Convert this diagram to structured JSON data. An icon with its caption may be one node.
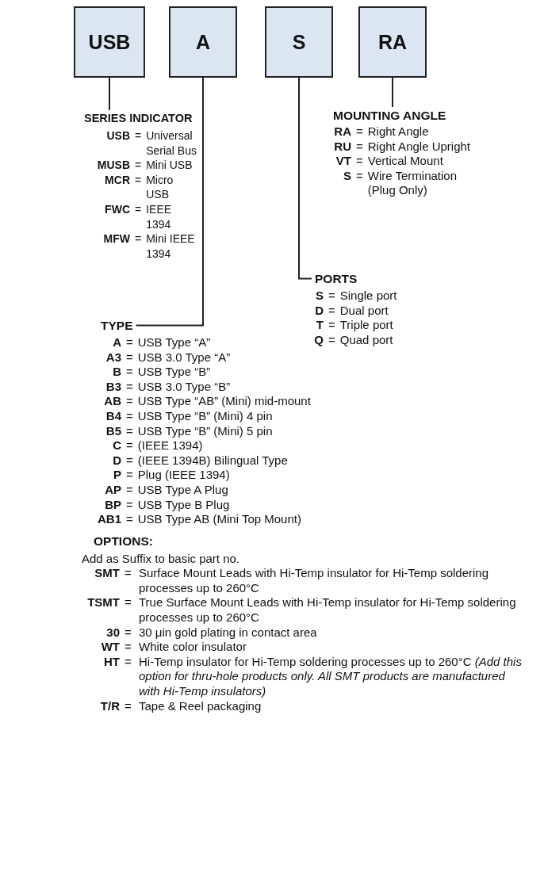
{
  "diagram": {
    "nodes": [
      {
        "text": [
          "USB"
        ]
      },
      {
        "text": [
          "A"
        ]
      },
      {
        "text": [
          "S"
        ]
      },
      {
        "text": [
          "RA"
        ]
      },
      {
        "text": [
          "SERIES INDICATOR"
        ],
        "beside": [
          "**USB** = Universal Serial Bus",
          "**MUSB** = Mini USB",
          "**MCR** = Micro USB",
          "**FWC** = IEEE 1394",
          "**MFW** = Mini IEEE 1394"
        ]
      },
      {
        "text": [
          "MOUNTING ANGLE"
        ],
        "beside": [
          "**RA** = Right Angle",
          "**RU** = Right Angle Upright",
          "**VT** = Vertical Mount",
          "**S** = Wire Termination (Plug Only)"
        ]
      },
      {
        "text": [
          "PORTS"
        ],
        "beside": [
          "**S** = Single port",
          "**D** = Dual port",
          "**T** = Triple port",
          "**Q** = Quad port"
        ]
      },
      {
        "text": [
          "TYPE"
        ],
        "beside": [
          "**A** = USB Type “A”",
          "**A3** = USB 3.0 Type “A”",
          "**B** = USB Type “B”",
          "**B3** = USB 3.0 Type “B”",
          "**AB** = USB Type “AB” (Mini) mid-mount",
          "**B4** = USB Type “B” (Mini) 4 pin",
          "**B5** = USB Type “B” (Mini) 5 pin",
          "**C** = (IEEE 1394)",
          "**D** = (IEEE 1394B) Bilingual Type",
          "**P** = Plug (IEEE 1394)",
          "**AP** = USB Type A Plug",
          "**BP** = USB Type B Plug",
          "**AB1** = USB Type AB (Mini Top Mount)"
        ]
      }
    ],
    "edges": [
      {
        "from": 0,
        "to": 4,
        "arrow": "none"
      },
      {
        "from": 3,
        "to": 5,
        "arrow": "none"
      },
      {
        "from": 2,
        "to": 6,
        "arrow": "none"
      },
      {
        "from": 1,
        "to": 7,
        "arrow": "none"
      }
    ],
    "labels": [
      "OPTIONS:",
      "Add as Suffix to basic part no.",
      "**SMT** = Surface Mount Leads with Hi-Temp insulator for Hi-Temp soldering processes up to 260°C",
      "**TSMT** = True Surface Mount Leads with Hi-Temp insulator for Hi-Temp soldering processes up to 260°C",
      "**30** = 30 μin gold plating in contact area",
      "**WT** = White color insulator",
      "**HT** = Hi-Temp insulator for Hi-Temp soldering processes up to 260°C *(Add this option for thru-hole products only. All SMT products are manufactured with Hi-Temp insulators)*",
      "**T/R** = Tape & Reel packaging"
    ]
  }
}
